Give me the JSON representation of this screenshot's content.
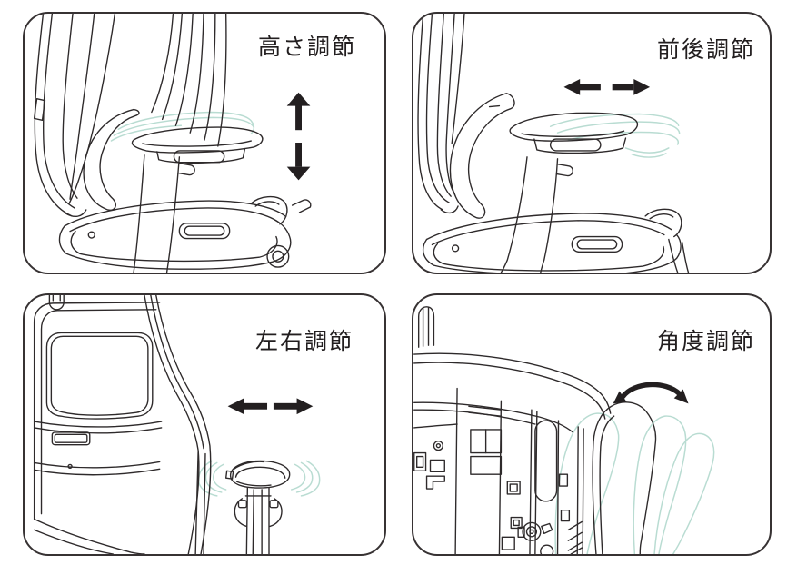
{
  "colors": {
    "background": "#ffffff",
    "line": "#2e2a2b",
    "ghost_outline": "#b9dcd2",
    "arrow": "#231f20",
    "panel_border": "#373233",
    "title_text": "#221e1f"
  },
  "panels": [
    {
      "title": "高さ調節",
      "icons": [
        "up-arrow-icon",
        "down-arrow-icon"
      ],
      "illustration": "chair-side-view-armrest-height"
    },
    {
      "title": "前後調節",
      "icons": [
        "left-arrow-icon",
        "right-arrow-icon"
      ],
      "illustration": "chair-side-view-armrest-slide"
    },
    {
      "title": "左右調節",
      "icons": [
        "left-arrow-icon",
        "right-arrow-icon"
      ],
      "illustration": "chair-rear-view-armrest-lateral"
    },
    {
      "title": "角度調節",
      "icons": [
        "rotate-arrow-icon"
      ],
      "illustration": "armrest-close-up-pivot"
    }
  ]
}
